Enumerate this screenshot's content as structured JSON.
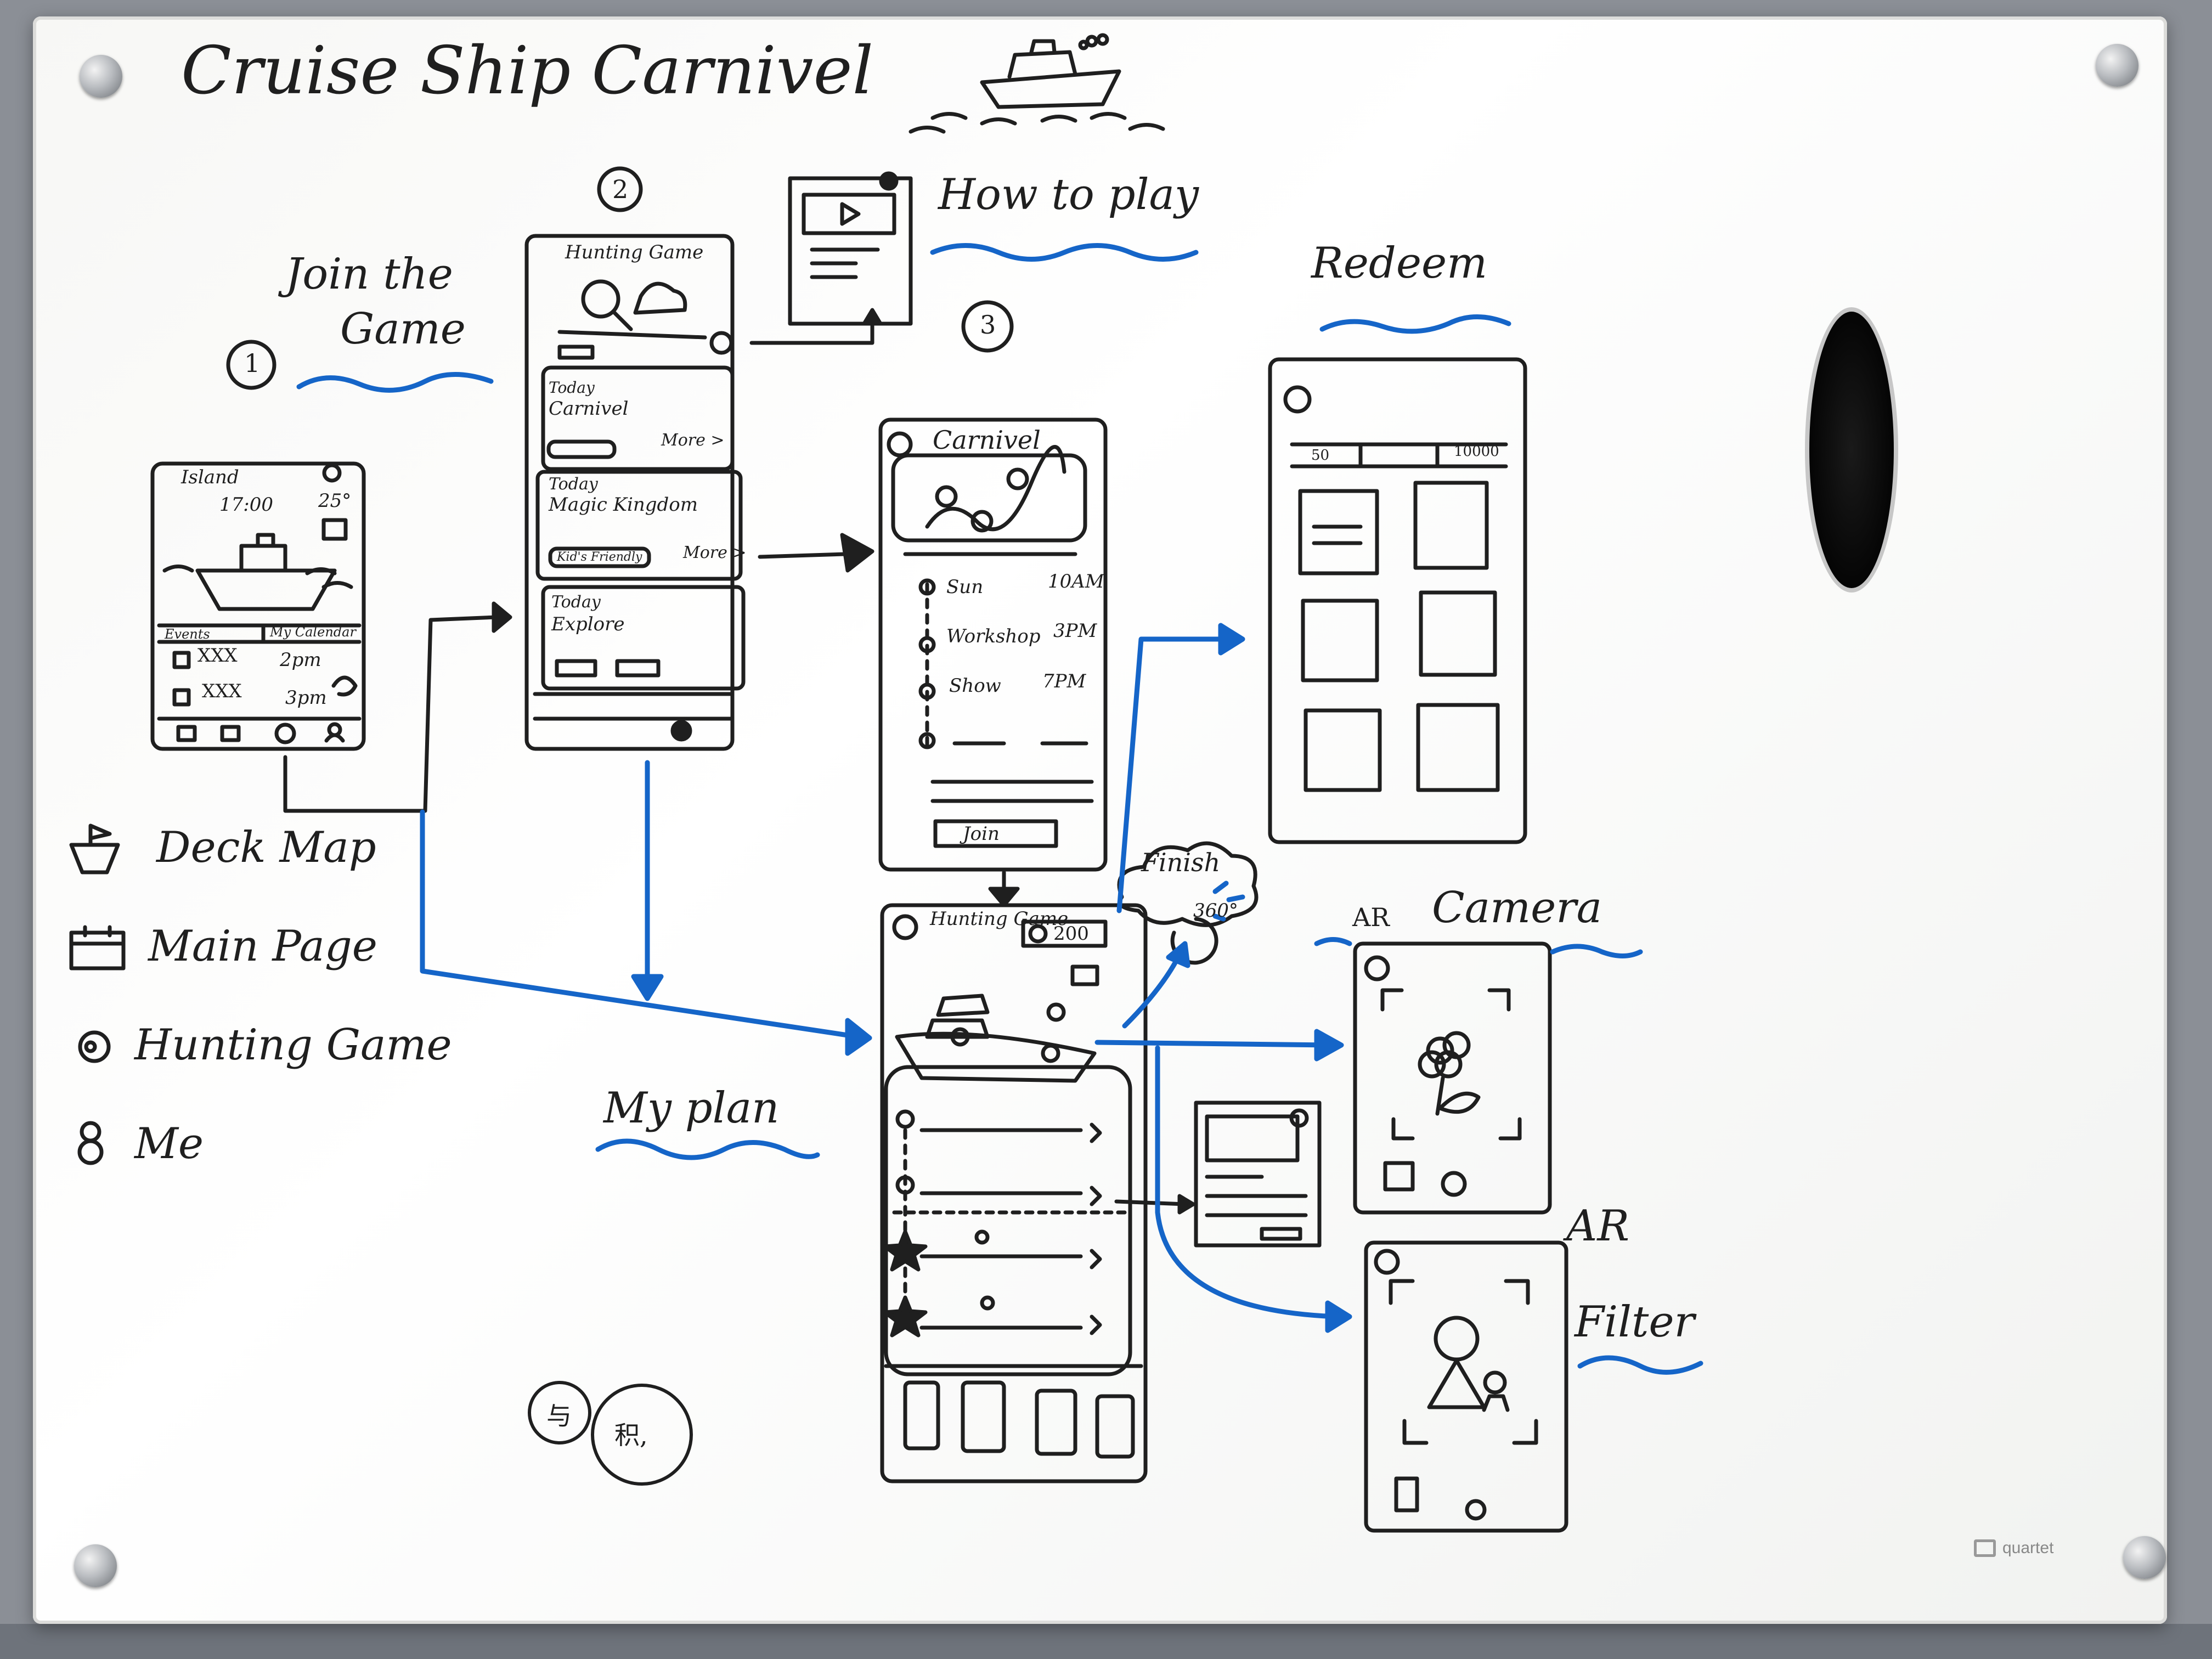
{
  "title": "Cruise Ship Carnivel",
  "headings": {
    "join_line1": "Join the",
    "join_line2": "Game",
    "step1": "1",
    "step2": "2",
    "step3": "3",
    "how_to_play": "How to play",
    "redeem": "Redeem",
    "finish": "Finish",
    "finish_360": "360°",
    "ar_camera_prefix": "AR",
    "ar_camera": "Camera",
    "ar_filter_line1": "AR",
    "ar_filter_line2": "Filter",
    "my_plan": "My plan",
    "chinese_1": "与",
    "chinese_2": "积,"
  },
  "screen1": {
    "location": "Island",
    "time": "17:00",
    "temp": "25°",
    "tab_events": "Events",
    "tab_calendar": "My Calendar",
    "rows": [
      {
        "name": "XXX",
        "time": "2pm"
      },
      {
        "name": "XXX",
        "time": "3pm"
      }
    ]
  },
  "screen2": {
    "header": "Hunting Game",
    "card1_label": "Today",
    "card1_title": "Carnivel",
    "card1_more": "More >",
    "card2_label": "Today",
    "card2_title": "Magic Kingdom",
    "card2_tag": "Kid's Friendly",
    "card2_more": "More >",
    "card3_label": "Today",
    "card3_title": "Explore"
  },
  "screen3": {
    "header": "Carnivel",
    "schedule": [
      {
        "name": "Sun",
        "time": "10AM"
      },
      {
        "name": "Workshop",
        "time": "3PM"
      },
      {
        "name": "Show",
        "time": "7PM"
      }
    ],
    "join_button": "Join"
  },
  "screen_hunting": {
    "header": "Hunting Game",
    "points": "200"
  },
  "redeem_screen": {
    "left_value": "50",
    "right_value": "10000"
  },
  "legend": [
    {
      "icon": "ship-outline-icon",
      "label": "Deck Map"
    },
    {
      "icon": "calendar-icon",
      "label": "Main Page"
    },
    {
      "icon": "hunting-icon",
      "label": "Hunting Game"
    },
    {
      "icon": "person-icon",
      "label": "Me"
    }
  ],
  "brand": "quartet",
  "colors": {
    "ink": "#1f1f1f",
    "marker_blue": "#1565c8",
    "board": "#ffffff"
  }
}
